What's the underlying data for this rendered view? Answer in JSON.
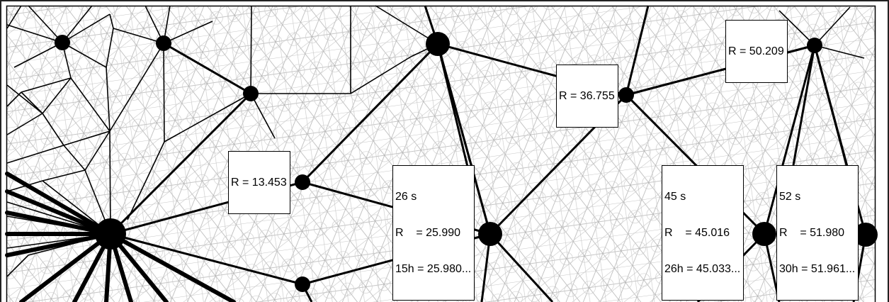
{
  "labels": [
    {
      "id": "r13",
      "lines": [
        "R = 13.453"
      ]
    },
    {
      "id": "r36",
      "lines": [
        "R = 36.755"
      ]
    },
    {
      "id": "r50",
      "lines": [
        "R = 50.209"
      ]
    },
    {
      "id": "s26",
      "lines": [
        "26 s",
        "R    = 25.990",
        "15h = 25.980..."
      ]
    },
    {
      "id": "s45",
      "lines": [
        "45 s",
        "R    = 45.016",
        "26h = 45.033..."
      ]
    },
    {
      "id": "s52",
      "lines": [
        "52 s",
        "R    = 51.980",
        "30h = 51.961..."
      ]
    }
  ],
  "colors": {
    "ink": "#000000",
    "grid": "#b4b4b4",
    "background": "#ffffff"
  }
}
